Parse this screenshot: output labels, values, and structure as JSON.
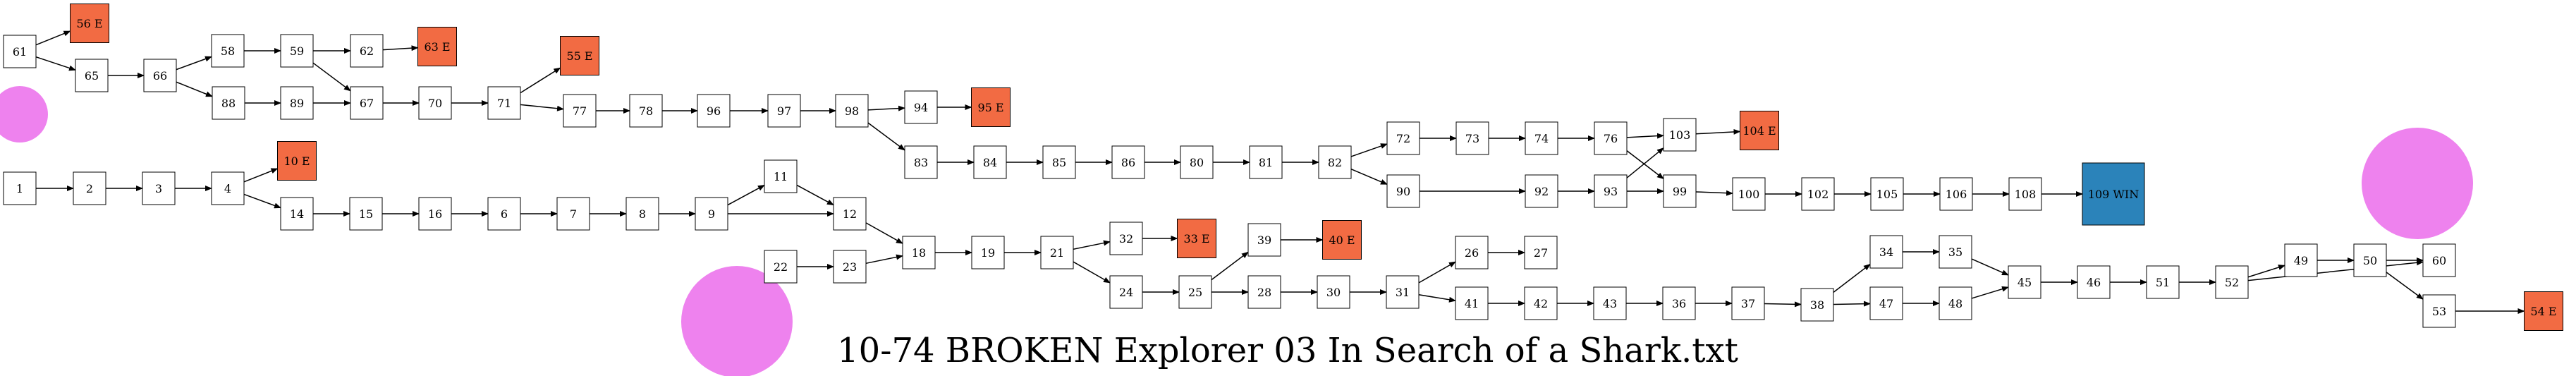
{
  "title": "10-74 BROKEN Explorer 03 In Search of a Shark.txt",
  "colors": {
    "normal": "#ffffff",
    "end": "#f26b43",
    "win": "#2b83ba",
    "decor": "#ee82ee",
    "stroke": "#000000"
  },
  "nodes": [
    {
      "id": "61",
      "label": "61",
      "type": "normal"
    },
    {
      "id": "56E",
      "label": "56 E",
      "type": "end"
    },
    {
      "id": "65",
      "label": "65",
      "type": "normal"
    },
    {
      "id": "66",
      "label": "66",
      "type": "normal"
    },
    {
      "id": "58",
      "label": "58",
      "type": "normal"
    },
    {
      "id": "88",
      "label": "88",
      "type": "normal"
    },
    {
      "id": "59",
      "label": "59",
      "type": "normal"
    },
    {
      "id": "89",
      "label": "89",
      "type": "normal"
    },
    {
      "id": "62",
      "label": "62",
      "type": "normal"
    },
    {
      "id": "63E",
      "label": "63 E",
      "type": "end"
    },
    {
      "id": "67",
      "label": "67",
      "type": "normal"
    },
    {
      "id": "70",
      "label": "70",
      "type": "normal"
    },
    {
      "id": "71",
      "label": "71",
      "type": "normal"
    },
    {
      "id": "55E",
      "label": "55 E",
      "type": "end"
    },
    {
      "id": "77",
      "label": "77",
      "type": "normal"
    },
    {
      "id": "78",
      "label": "78",
      "type": "normal"
    },
    {
      "id": "96",
      "label": "96",
      "type": "normal"
    },
    {
      "id": "97",
      "label": "97",
      "type": "normal"
    },
    {
      "id": "98",
      "label": "98",
      "type": "normal"
    },
    {
      "id": "94",
      "label": "94",
      "type": "normal"
    },
    {
      "id": "95E",
      "label": "95 E",
      "type": "end"
    },
    {
      "id": "83",
      "label": "83",
      "type": "normal"
    },
    {
      "id": "84",
      "label": "84",
      "type": "normal"
    },
    {
      "id": "85",
      "label": "85",
      "type": "normal"
    },
    {
      "id": "86",
      "label": "86",
      "type": "normal"
    },
    {
      "id": "80",
      "label": "80",
      "type": "normal"
    },
    {
      "id": "81",
      "label": "81",
      "type": "normal"
    },
    {
      "id": "82",
      "label": "82",
      "type": "normal"
    },
    {
      "id": "72",
      "label": "72",
      "type": "normal"
    },
    {
      "id": "73",
      "label": "73",
      "type": "normal"
    },
    {
      "id": "74",
      "label": "74",
      "type": "normal"
    },
    {
      "id": "76",
      "label": "76",
      "type": "normal"
    },
    {
      "id": "103",
      "label": "103",
      "type": "normal"
    },
    {
      "id": "104E",
      "label": "104 E",
      "type": "end"
    },
    {
      "id": "90",
      "label": "90",
      "type": "normal"
    },
    {
      "id": "92",
      "label": "92",
      "type": "normal"
    },
    {
      "id": "93",
      "label": "93",
      "type": "normal"
    },
    {
      "id": "99",
      "label": "99",
      "type": "normal"
    },
    {
      "id": "100",
      "label": "100",
      "type": "normal"
    },
    {
      "id": "102",
      "label": "102",
      "type": "normal"
    },
    {
      "id": "105",
      "label": "105",
      "type": "normal"
    },
    {
      "id": "106",
      "label": "106",
      "type": "normal"
    },
    {
      "id": "108",
      "label": "108",
      "type": "normal"
    },
    {
      "id": "109WIN",
      "label": "109 WIN",
      "type": "win"
    },
    {
      "id": "1",
      "label": "1",
      "type": "normal"
    },
    {
      "id": "2",
      "label": "2",
      "type": "normal"
    },
    {
      "id": "3",
      "label": "3",
      "type": "normal"
    },
    {
      "id": "4",
      "label": "4",
      "type": "normal"
    },
    {
      "id": "10E",
      "label": "10 E",
      "type": "end"
    },
    {
      "id": "14",
      "label": "14",
      "type": "normal"
    },
    {
      "id": "15",
      "label": "15",
      "type": "normal"
    },
    {
      "id": "16",
      "label": "16",
      "type": "normal"
    },
    {
      "id": "6",
      "label": "6",
      "type": "normal"
    },
    {
      "id": "7",
      "label": "7",
      "type": "normal"
    },
    {
      "id": "8",
      "label": "8",
      "type": "normal"
    },
    {
      "id": "9",
      "label": "9",
      "type": "normal"
    },
    {
      "id": "11",
      "label": "11",
      "type": "normal"
    },
    {
      "id": "12",
      "label": "12",
      "type": "normal"
    },
    {
      "id": "22",
      "label": "22",
      "type": "normal"
    },
    {
      "id": "23",
      "label": "23",
      "type": "normal"
    },
    {
      "id": "18",
      "label": "18",
      "type": "normal"
    },
    {
      "id": "19",
      "label": "19",
      "type": "normal"
    },
    {
      "id": "21",
      "label": "21",
      "type": "normal"
    },
    {
      "id": "32",
      "label": "32",
      "type": "normal"
    },
    {
      "id": "33E",
      "label": "33 E",
      "type": "end"
    },
    {
      "id": "24",
      "label": "24",
      "type": "normal"
    },
    {
      "id": "25",
      "label": "25",
      "type": "normal"
    },
    {
      "id": "39",
      "label": "39",
      "type": "normal"
    },
    {
      "id": "40E",
      "label": "40 E",
      "type": "end"
    },
    {
      "id": "28",
      "label": "28",
      "type": "normal"
    },
    {
      "id": "30",
      "label": "30",
      "type": "normal"
    },
    {
      "id": "31",
      "label": "31",
      "type": "normal"
    },
    {
      "id": "26",
      "label": "26",
      "type": "normal"
    },
    {
      "id": "27",
      "label": "27",
      "type": "normal"
    },
    {
      "id": "41",
      "label": "41",
      "type": "normal"
    },
    {
      "id": "42",
      "label": "42",
      "type": "normal"
    },
    {
      "id": "43",
      "label": "43",
      "type": "normal"
    },
    {
      "id": "36",
      "label": "36",
      "type": "normal"
    },
    {
      "id": "37",
      "label": "37",
      "type": "normal"
    },
    {
      "id": "38",
      "label": "38",
      "type": "normal"
    },
    {
      "id": "34",
      "label": "34",
      "type": "normal"
    },
    {
      "id": "35",
      "label": "35",
      "type": "normal"
    },
    {
      "id": "47",
      "label": "47",
      "type": "normal"
    },
    {
      "id": "48",
      "label": "48",
      "type": "normal"
    },
    {
      "id": "45",
      "label": "45",
      "type": "normal"
    },
    {
      "id": "46",
      "label": "46",
      "type": "normal"
    },
    {
      "id": "51",
      "label": "51",
      "type": "normal"
    },
    {
      "id": "52",
      "label": "52",
      "type": "normal"
    },
    {
      "id": "49",
      "label": "49",
      "type": "normal"
    },
    {
      "id": "50",
      "label": "50",
      "type": "normal"
    },
    {
      "id": "60",
      "label": "60",
      "type": "normal"
    },
    {
      "id": "53",
      "label": "53",
      "type": "normal"
    },
    {
      "id": "54E",
      "label": "54 E",
      "type": "end"
    }
  ],
  "edges": [
    [
      "61",
      "56E"
    ],
    [
      "61",
      "65"
    ],
    [
      "65",
      "66"
    ],
    [
      "66",
      "58"
    ],
    [
      "66",
      "88"
    ],
    [
      "58",
      "59"
    ],
    [
      "88",
      "89"
    ],
    [
      "59",
      "62"
    ],
    [
      "59",
      "67"
    ],
    [
      "62",
      "63E"
    ],
    [
      "89",
      "67"
    ],
    [
      "67",
      "70"
    ],
    [
      "70",
      "71"
    ],
    [
      "71",
      "55E"
    ],
    [
      "71",
      "77"
    ],
    [
      "77",
      "78"
    ],
    [
      "78",
      "96"
    ],
    [
      "96",
      "97"
    ],
    [
      "97",
      "98"
    ],
    [
      "98",
      "94"
    ],
    [
      "94",
      "95E"
    ],
    [
      "98",
      "83"
    ],
    [
      "83",
      "84"
    ],
    [
      "84",
      "85"
    ],
    [
      "85",
      "86"
    ],
    [
      "86",
      "80"
    ],
    [
      "80",
      "81"
    ],
    [
      "81",
      "82"
    ],
    [
      "82",
      "72"
    ],
    [
      "82",
      "90"
    ],
    [
      "72",
      "73"
    ],
    [
      "73",
      "74"
    ],
    [
      "74",
      "76"
    ],
    [
      "76",
      "103"
    ],
    [
      "76",
      "99"
    ],
    [
      "103",
      "104E"
    ],
    [
      "90",
      "92"
    ],
    [
      "92",
      "93"
    ],
    [
      "93",
      "103"
    ],
    [
      "93",
      "99"
    ],
    [
      "99",
      "100"
    ],
    [
      "100",
      "102"
    ],
    [
      "102",
      "105"
    ],
    [
      "105",
      "106"
    ],
    [
      "106",
      "108"
    ],
    [
      "108",
      "109WIN"
    ],
    [
      "1",
      "2"
    ],
    [
      "2",
      "3"
    ],
    [
      "3",
      "4"
    ],
    [
      "4",
      "10E"
    ],
    [
      "4",
      "14"
    ],
    [
      "14",
      "15"
    ],
    [
      "15",
      "16"
    ],
    [
      "16",
      "6"
    ],
    [
      "6",
      "7"
    ],
    [
      "7",
      "8"
    ],
    [
      "8",
      "9"
    ],
    [
      "9",
      "11"
    ],
    [
      "9",
      "12"
    ],
    [
      "11",
      "12"
    ],
    [
      "12",
      "18"
    ],
    [
      "22",
      "23"
    ],
    [
      "23",
      "18"
    ],
    [
      "18",
      "19"
    ],
    [
      "19",
      "21"
    ],
    [
      "21",
      "32"
    ],
    [
      "32",
      "33E"
    ],
    [
      "21",
      "24"
    ],
    [
      "24",
      "25"
    ],
    [
      "25",
      "39"
    ],
    [
      "39",
      "40E"
    ],
    [
      "25",
      "28"
    ],
    [
      "28",
      "30"
    ],
    [
      "30",
      "31"
    ],
    [
      "31",
      "26"
    ],
    [
      "26",
      "27"
    ],
    [
      "31",
      "41"
    ],
    [
      "41",
      "42"
    ],
    [
      "42",
      "43"
    ],
    [
      "43",
      "36"
    ],
    [
      "36",
      "37"
    ],
    [
      "37",
      "38"
    ],
    [
      "38",
      "34"
    ],
    [
      "34",
      "35"
    ],
    [
      "38",
      "47"
    ],
    [
      "47",
      "48"
    ],
    [
      "35",
      "45"
    ],
    [
      "48",
      "45"
    ],
    [
      "45",
      "46"
    ],
    [
      "46",
      "51"
    ],
    [
      "51",
      "52"
    ],
    [
      "52",
      "49"
    ],
    [
      "49",
      "50"
    ],
    [
      "50",
      "60"
    ],
    [
      "52",
      "60"
    ],
    [
      "50",
      "53"
    ],
    [
      "53",
      "54E"
    ]
  ]
}
